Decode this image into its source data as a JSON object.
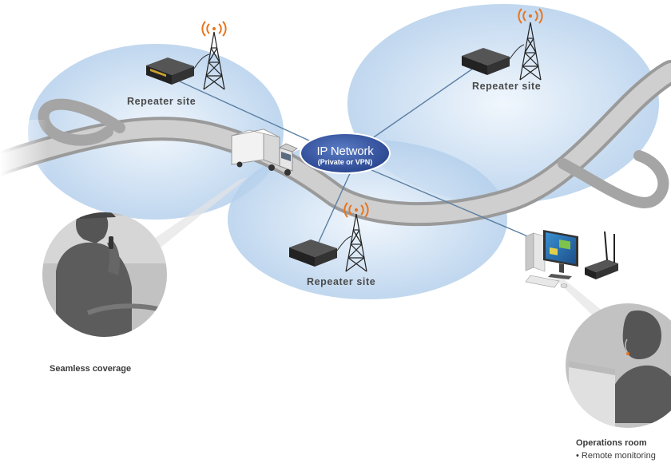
{
  "network": {
    "title": "IP Network",
    "subtitle": "(Private or VPN)"
  },
  "sites": [
    {
      "label": "Repeater site"
    },
    {
      "label": "Repeater site"
    },
    {
      "label": "Repeater site"
    }
  ],
  "captions": {
    "seamless": "Seamless coverage",
    "operations": "Operations room",
    "operations_bullet": "• Remote monitoring"
  },
  "colors": {
    "coverage": "#bcd6ee",
    "network_oval": "#3b5ba9",
    "link_line": "#5b7fa3",
    "road": "#b5b5b5",
    "antenna_waves": "#e8741c"
  },
  "icons": [
    "repeater-device-icon",
    "antenna-tower-icon",
    "signal-waves-icon",
    "truck-icon",
    "driver-icon",
    "computer-icon",
    "router-icon",
    "operator-icon"
  ]
}
